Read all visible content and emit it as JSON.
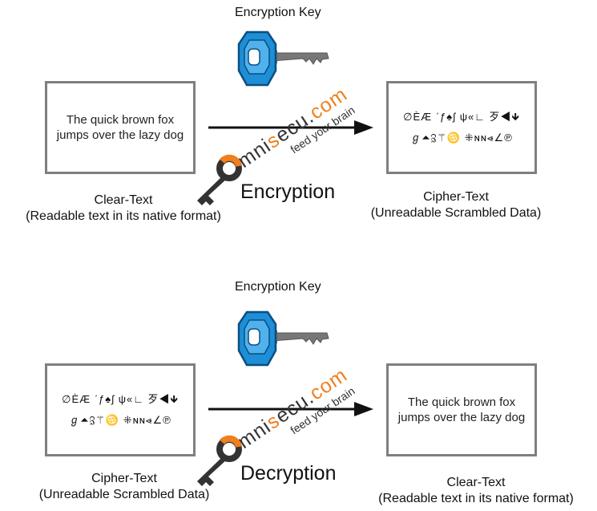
{
  "encryption": {
    "key_label": "Encryption Key",
    "input": {
      "text_line1": "The quick brown fox",
      "text_line2": "jumps over the lazy dog",
      "caption_line1": "Clear-Text",
      "caption_line2": "(Readable text in its native format)"
    },
    "output": {
      "cipher_line1": "∅ÈÆ ˊƒ♠ʃ ψ«∟ ⽍◀🡻",
      "cipher_line2": "ℊ⏶ℨ⚚♋ ⁜ɴɴ⩹∠℗",
      "caption_line1": "Cipher-Text",
      "caption_line2": "(Unreadable Scrambled Data)"
    },
    "operation": "Encryption"
  },
  "decryption": {
    "key_label": "Encryption Key",
    "input": {
      "cipher_line1": "∅ÈÆ ˊƒ♠ʃ ψ«∟ ⽍◀🡻",
      "cipher_line2": "ℊ⏶ℨ⚚♋ ⁜ɴɴ⩹∠℗",
      "caption_line1": "Cipher-Text",
      "caption_line2": "(Unreadable Scrambled Data)"
    },
    "output": {
      "text_line1": "The quick brown fox",
      "text_line2": "jumps over the lazy dog",
      "caption_line1": "Clear-Text",
      "caption_line2": "(Readable text in its native format)"
    },
    "operation": "Decryption"
  },
  "watermark": {
    "brand_text": "mnisecu.com",
    "tagline": "feed your brain"
  },
  "colors": {
    "key_head": "#1e8ed6",
    "key_blade": "#777777",
    "box_border": "#7f7f7f",
    "brand_orange": "#f07f1c",
    "brand_dark": "#333333"
  }
}
